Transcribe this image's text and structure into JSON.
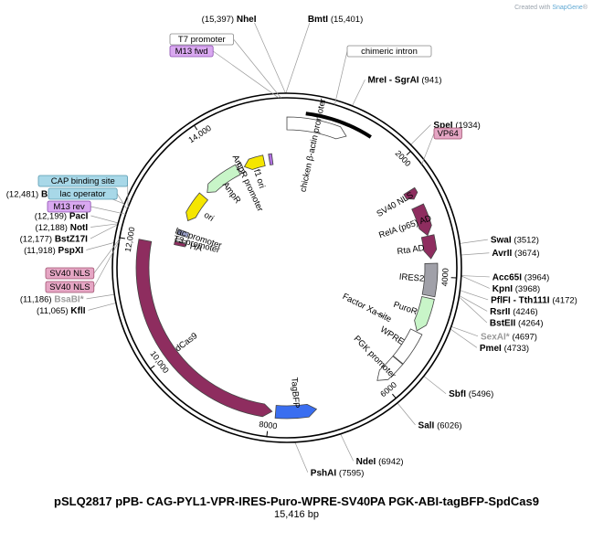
{
  "credit": {
    "prefix": "Created with ",
    "brand": "SnapGene",
    "suffix": "®"
  },
  "plasmid": {
    "name": "pSLQ2817 pPB- CAG-PYL1-VPR-IRES-Puro-WPRE-SV40PA PGK-ABI-tagBFP-SpdCas9",
    "length_label": "15,416 bp",
    "length": 15416
  },
  "ticks": [
    {
      "pos": 2000,
      "label": "2000"
    },
    {
      "pos": 4000,
      "label": "4000"
    },
    {
      "pos": 6000,
      "label": "6000"
    },
    {
      "pos": 8000,
      "label": "8000"
    },
    {
      "pos": 10000,
      "label": "10,000"
    },
    {
      "pos": 12000,
      "label": "12,000"
    },
    {
      "pos": 14000,
      "label": "14,000"
    }
  ],
  "features": [
    {
      "id": "chicken-beta-actin-promoter",
      "label": "chicken β-actin promoter",
      "start": 0,
      "end": 1040,
      "color": "#ffffff",
      "ring": "outer",
      "shape": "arrow"
    },
    {
      "id": "chimeric-intron-line",
      "label": "",
      "start": 300,
      "end": 1400,
      "color": "#000000",
      "ring": "outer",
      "shape": "line"
    },
    {
      "id": "sv40-nls-1",
      "label": "SV40 NLS",
      "start": 2480,
      "end": 2640,
      "color": "#8e2d5f",
      "ring": "outer",
      "shape": "arrow"
    },
    {
      "id": "rela-ad",
      "label": "RelA (p65) AD",
      "start": 2780,
      "end": 3300,
      "color": "#8e2d5f",
      "ring": "outer",
      "shape": "arrow"
    },
    {
      "id": "rta-ad",
      "label": "Rta AD",
      "start": 3310,
      "end": 3700,
      "color": "#8e2d5f",
      "ring": "outer",
      "shape": "arrow"
    },
    {
      "id": "ires2",
      "label": "IRES2",
      "start": 3780,
      "end": 4330,
      "color": "#a0a0a8",
      "ring": "outer",
      "shape": "box"
    },
    {
      "id": "puror",
      "label": "PuroR",
      "start": 4370,
      "end": 4960,
      "color": "#c8f5c8",
      "ring": "outer",
      "shape": "arrow"
    },
    {
      "id": "wpre",
      "label": "WPRE",
      "start": 4980,
      "end": 5550,
      "color": "#ffffff",
      "ring": "outer",
      "shape": "box"
    },
    {
      "id": "pgk-promoter",
      "label": "PGK promoter",
      "start": 5560,
      "end": 6050,
      "color": "#ffffff",
      "ring": "outer",
      "shape": "arrow"
    },
    {
      "id": "tagbfp",
      "label": "TagBFP",
      "start": 7200,
      "end": 7900,
      "color": "#3a6ef0",
      "ring": "outer",
      "shape": "arrow-rev"
    },
    {
      "id": "dcas9",
      "label": "dCas9",
      "start": 7960,
      "end": 12030,
      "color": "#8e2d5f",
      "ring": "outer",
      "shape": "arrow-rev"
    },
    {
      "id": "ha-tag",
      "label": "HA",
      "start": 12060,
      "end": 12130,
      "color": "#8e2d5f",
      "ring": "inner",
      "shape": "box"
    },
    {
      "id": "t3-promoter",
      "label": "T3 promoter",
      "start": 12150,
      "end": 12200,
      "color": "#ffffff",
      "ring": "inner",
      "shape": "box"
    },
    {
      "id": "lac-promoter",
      "label": "lac promoter",
      "start": 12290,
      "end": 12400,
      "color": "#9aa0c8",
      "ring": "inner",
      "shape": "box"
    },
    {
      "id": "ori",
      "label": "ori",
      "start": 12650,
      "end": 13300,
      "color": "#f5e600",
      "ring": "inner",
      "shape": "arrow-rev"
    },
    {
      "id": "ampr",
      "label": "AmpR",
      "start": 13420,
      "end": 14280,
      "color": "#c8f5c8",
      "ring": "inner",
      "shape": "arrow-rev"
    },
    {
      "id": "ampr-promoter",
      "label": "AmpR promoter",
      "start": 14290,
      "end": 14400,
      "color": "#ffffff",
      "ring": "inner",
      "shape": "arrow-rev"
    },
    {
      "id": "f1-ori",
      "label": "f1 ori",
      "start": 14440,
      "end": 14900,
      "color": "#f5e600",
      "ring": "inner",
      "shape": "arrow-rev"
    },
    {
      "id": "m13-fwd-mark",
      "label": "",
      "start": 15020,
      "end": 15090,
      "color": "#b070e0",
      "ring": "inner",
      "shape": "box"
    }
  ],
  "inner_labels": [
    {
      "id": "factor-xa-site",
      "label": "Factor Xa site",
      "pos": 5000,
      "color": "#000000"
    }
  ],
  "sites": [
    {
      "name": "NheI",
      "pos_label": "(15,397)",
      "pos": 15397,
      "name_first": false,
      "gray": false
    },
    {
      "name": "BmtI",
      "pos_label": "(15,401)",
      "pos": 15401,
      "name_first": true,
      "gray": false
    },
    {
      "name": "MreI - SgrAI",
      "pos_label": "(941)",
      "pos": 941,
      "name_first": true,
      "gray": false
    },
    {
      "name": "SpeI",
      "pos_label": "(1934)",
      "pos": 1934,
      "name_first": true,
      "gray": false
    },
    {
      "name": "SwaI",
      "pos_label": "(3512)",
      "pos": 3512,
      "name_first": true,
      "gray": false
    },
    {
      "name": "AvrII",
      "pos_label": "(3674)",
      "pos": 3674,
      "name_first": true,
      "gray": false
    },
    {
      "name": "Acc65I",
      "pos_label": "(3964)",
      "pos": 3964,
      "name_first": true,
      "gray": false
    },
    {
      "name": "KpnI",
      "pos_label": "(3968)",
      "pos": 3968,
      "name_first": true,
      "gray": false
    },
    {
      "name": "PflFI - Tth111I",
      "pos_label": "(4172)",
      "pos": 4172,
      "name_first": true,
      "gray": false
    },
    {
      "name": "RsrII",
      "pos_label": "(4246)",
      "pos": 4246,
      "name_first": true,
      "gray": false
    },
    {
      "name": "BstEII",
      "pos_label": "(4264)",
      "pos": 4264,
      "name_first": true,
      "gray": false
    },
    {
      "name": "SexAI*",
      "pos_label": "(4697)",
      "pos": 4697,
      "name_first": true,
      "gray": true
    },
    {
      "name": "PmeI",
      "pos_label": "(4733)",
      "pos": 4733,
      "name_first": true,
      "gray": false
    },
    {
      "name": "SbfI",
      "pos_label": "(5496)",
      "pos": 5496,
      "name_first": true,
      "gray": false
    },
    {
      "name": "SalI",
      "pos_label": "(6026)",
      "pos": 6026,
      "name_first": true,
      "gray": false
    },
    {
      "name": "NdeI",
      "pos_label": "(6942)",
      "pos": 6942,
      "name_first": true,
      "gray": false
    },
    {
      "name": "PshAI",
      "pos_label": "(7595)",
      "pos": 7595,
      "name_first": true,
      "gray": false
    },
    {
      "name": "KflI",
      "pos_label": "(11,065)",
      "pos": 11065,
      "name_first": false,
      "gray": false
    },
    {
      "name": "BsaBI*",
      "pos_label": "(11,186)",
      "pos": 11186,
      "name_first": false,
      "gray": true
    },
    {
      "name": "PspXI",
      "pos_label": "(11,918)",
      "pos": 11918,
      "name_first": false,
      "gray": false
    },
    {
      "name": "BstZ17I",
      "pos_label": "(12,177)",
      "pos": 12177,
      "name_first": false,
      "gray": false
    },
    {
      "name": "NotI",
      "pos_label": "(12,188)",
      "pos": 12188,
      "name_first": false,
      "gray": false
    },
    {
      "name": "PacI",
      "pos_label": "(12,199)",
      "pos": 12199,
      "name_first": false,
      "gray": false
    },
    {
      "name": "BspQI - SapI",
      "pos_label": "(12,481)",
      "pos": 12481,
      "name_first": false,
      "gray": false
    }
  ],
  "boxed_labels": [
    {
      "id": "t7-promoter",
      "text": "T7 promoter",
      "fill": "#ffffff",
      "stroke": "#888888",
      "pos": 15330
    },
    {
      "id": "m13-fwd",
      "text": "M13 fwd",
      "fill": "#d9a8f0",
      "stroke": "#8a4cb0",
      "pos": 15300
    },
    {
      "id": "chimeric-intron",
      "text": "chimeric intron",
      "fill": "#ffffff",
      "stroke": "#888888",
      "pos": 700
    },
    {
      "id": "vp64",
      "text": "VP64",
      "fill": "#e5a6c4",
      "stroke": "#a0506e",
      "pos": 2250
    },
    {
      "id": "cap-binding-site",
      "text": "CAP binding site",
      "fill": "#a8d8e8",
      "stroke": "#5a9ab0",
      "pos": 12450
    },
    {
      "id": "lac-operator",
      "text": "lac operator",
      "fill": "#a8d8e8",
      "stroke": "#5a9ab0",
      "pos": 12420
    },
    {
      "id": "m13-rev",
      "text": "M13 rev",
      "fill": "#d9a8f0",
      "stroke": "#8a4cb0",
      "pos": 12350
    },
    {
      "id": "sv40-nls-2",
      "text": "SV40 NLS",
      "fill": "#e5a6c4",
      "stroke": "#a0506e",
      "pos": 11980
    },
    {
      "id": "sv40-nls-3",
      "text": "SV40 NLS",
      "fill": "#e5a6c4",
      "stroke": "#a0506e",
      "pos": 11950
    }
  ]
}
